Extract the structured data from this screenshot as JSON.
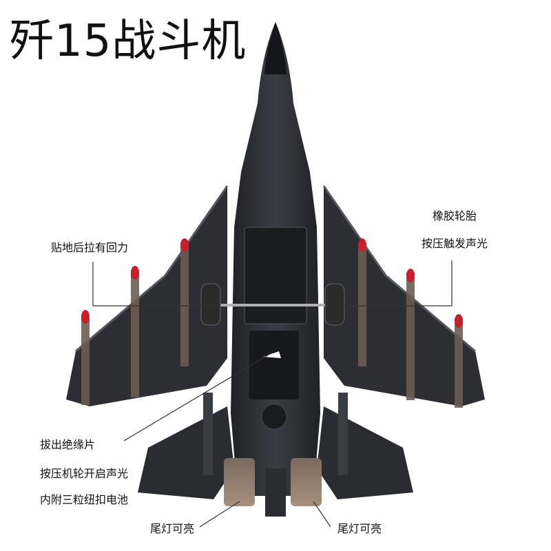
{
  "title": "歼15战斗机",
  "callouts": {
    "rubber_tire": "橡胶轮胎",
    "press_sound_light": "按压触发声光",
    "pullback": "贴地后拉有回力",
    "remove_insulation": "拔出绝缘片",
    "press_wheel": "按压机轮开启声光",
    "battery": "内附三粒纽扣电池",
    "tail_light_left": "尾灯可亮",
    "tail_light_right": "尾灯可亮"
  },
  "colors": {
    "body": "#2a2c31",
    "body_light": "#4a4d55",
    "missile": "#6b5d52",
    "missile_tip": "#c8202a",
    "exhaust": "#8a7366",
    "line": "#333333"
  }
}
